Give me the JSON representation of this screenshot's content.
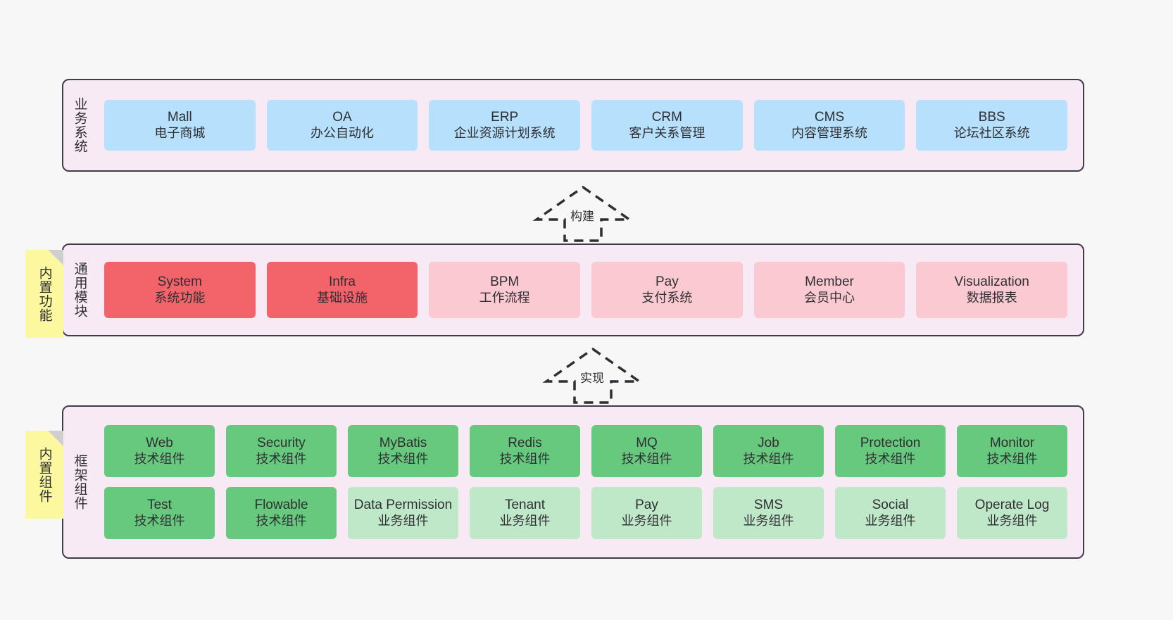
{
  "diagram": {
    "background_color": "#f7f7f7",
    "layer_fill": "#f8eaf4",
    "layer_border": "#3f3d4a",
    "sticky_color": "#fcf8a0"
  },
  "layers": [
    {
      "id": "business-systems",
      "title": "业务系统",
      "nodes": [
        {
          "en": "Mall",
          "cn": "电子商城",
          "color": "#b6e0fb",
          "style": "blue"
        },
        {
          "en": "OA",
          "cn": "办公自动化",
          "color": "#b6e0fb",
          "style": "blue"
        },
        {
          "en": "ERP",
          "cn": "企业资源计划系统",
          "color": "#b6e0fb",
          "style": "blue"
        },
        {
          "en": "CRM",
          "cn": "客户关系管理",
          "color": "#b6e0fb",
          "style": "blue"
        },
        {
          "en": "CMS",
          "cn": "内容管理系统",
          "color": "#b6e0fb",
          "style": "blue"
        },
        {
          "en": "BBS",
          "cn": "论坛社区系统",
          "color": "#b6e0fb",
          "style": "blue"
        }
      ]
    },
    {
      "id": "common-modules",
      "title": "通用模块",
      "sticky": "内置功能",
      "nodes": [
        {
          "en": "System",
          "cn": "系统功能",
          "color": "#f2636a",
          "style": "red"
        },
        {
          "en": "Infra",
          "cn": "基础设施",
          "color": "#f2636a",
          "style": "red"
        },
        {
          "en": "BPM",
          "cn": "工作流程",
          "color": "#fbc9d2",
          "style": "pink"
        },
        {
          "en": "Pay",
          "cn": "支付系统",
          "color": "#fbc9d2",
          "style": "pink"
        },
        {
          "en": "Member",
          "cn": "会员中心",
          "color": "#fbc9d2",
          "style": "pink"
        },
        {
          "en": "Visualization",
          "cn": "数据报表",
          "color": "#fbc9d2",
          "style": "pink"
        }
      ]
    },
    {
      "id": "framework-components",
      "title": "框架组件",
      "sticky": "内置组件",
      "columns": [
        {
          "top": {
            "en": "Web",
            "cn": "技术组件",
            "color": "#66c97e",
            "style": "green"
          },
          "bottom": {
            "en": "Test",
            "cn": "技术组件",
            "color": "#66c97e",
            "style": "green"
          }
        },
        {
          "top": {
            "en": "Security",
            "cn": "技术组件",
            "color": "#66c97e",
            "style": "green"
          },
          "bottom": {
            "en": "Flowable",
            "cn": "技术组件",
            "color": "#66c97e",
            "style": "green"
          }
        },
        {
          "top": {
            "en": "MyBatis",
            "cn": "技术组件",
            "color": "#66c97e",
            "style": "green"
          },
          "bottom": {
            "en": "Data Permission",
            "cn": "业务组件",
            "color": "#bfe8c8",
            "style": "lgreen",
            "wrap": true
          }
        },
        {
          "top": {
            "en": "Redis",
            "cn": "技术组件",
            "color": "#66c97e",
            "style": "green"
          },
          "bottom": {
            "en": "Tenant",
            "cn": "业务组件",
            "color": "#bfe8c8",
            "style": "lgreen"
          }
        },
        {
          "top": {
            "en": "MQ",
            "cn": "技术组件",
            "color": "#66c97e",
            "style": "green"
          },
          "bottom": {
            "en": "Pay",
            "cn": "业务组件",
            "color": "#bfe8c8",
            "style": "lgreen"
          }
        },
        {
          "top": {
            "en": "Job",
            "cn": "技术组件",
            "color": "#66c97e",
            "style": "green"
          },
          "bottom": {
            "en": "SMS",
            "cn": "业务组件",
            "color": "#bfe8c8",
            "style": "lgreen"
          }
        },
        {
          "top": {
            "en": "Protection",
            "cn": "技术组件",
            "color": "#66c97e",
            "style": "green"
          },
          "bottom": {
            "en": "Social",
            "cn": "业务组件",
            "color": "#bfe8c8",
            "style": "lgreen"
          }
        },
        {
          "top": {
            "en": "Monitor",
            "cn": "技术组件",
            "color": "#66c97e",
            "style": "green"
          },
          "bottom": {
            "en": "Operate Log",
            "cn": "业务组件",
            "color": "#bfe8c8",
            "style": "lgreen"
          }
        }
      ]
    }
  ],
  "arrows": [
    {
      "id": "build-arrow",
      "label": "构建"
    },
    {
      "id": "implement-arrow",
      "label": "实现"
    }
  ]
}
